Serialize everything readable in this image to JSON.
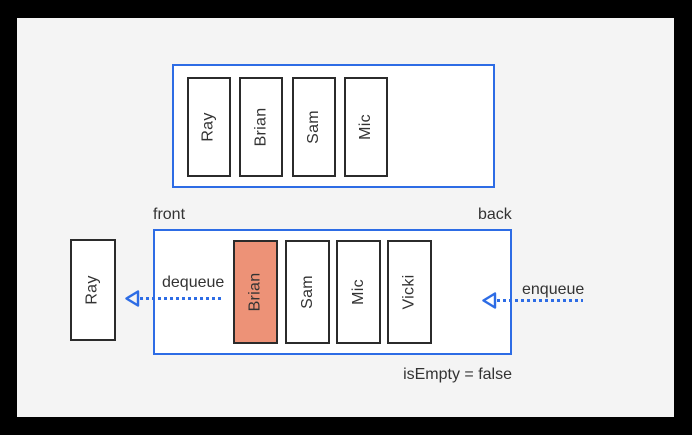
{
  "colors": {
    "frame": "#000000",
    "background": "#f4f4f4",
    "queue_outline": "#2d6ce5",
    "cell_outline": "#2b2b2b",
    "cell_fill": "#ffffff",
    "highlight_fill": "#ed9277",
    "arrow": "#2d6ce5",
    "text": "#333333"
  },
  "top_queue": {
    "cells": [
      "Ray",
      "Brian",
      "Sam",
      "Mic"
    ]
  },
  "bottom_queue": {
    "front_label": "front",
    "back_label": "back",
    "cells": [
      {
        "label": "Brian",
        "highlighted": true
      },
      {
        "label": "Sam",
        "highlighted": false
      },
      {
        "label": "Mic",
        "highlighted": false
      },
      {
        "label": "Vicki",
        "highlighted": false
      }
    ],
    "status": "isEmpty = false"
  },
  "dequeued_item": "Ray",
  "operations": {
    "dequeue_label": "dequeue",
    "enqueue_label": "enqueue"
  }
}
